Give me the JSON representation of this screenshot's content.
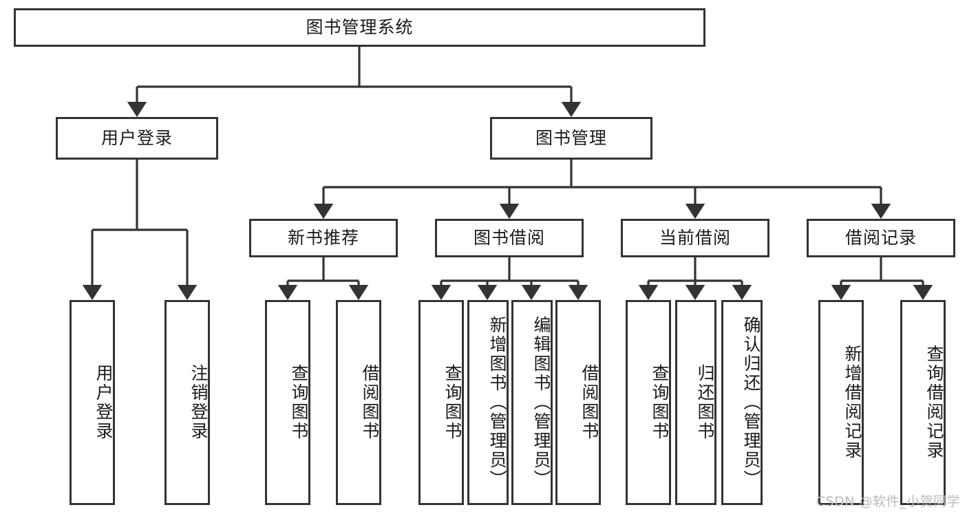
{
  "diagram": {
    "title": "图书管理系统",
    "watermark": "CSDN @软件_小贺同学",
    "line_color": "#333333",
    "box_fill": "#ffffff",
    "text_color": "#1a1a1a",
    "watermark_color": "#b9b9b9"
  },
  "nodes": {
    "root": {
      "label": "图书管理系统"
    },
    "level2": [
      {
        "id": "user-login",
        "label": "用户登录"
      },
      {
        "id": "book-manage",
        "label": "图书管理"
      }
    ],
    "level3": [
      {
        "id": "new-book-recommend",
        "label": "新书推荐"
      },
      {
        "id": "book-borrow",
        "label": "图书借阅"
      },
      {
        "id": "current-borrow",
        "label": "当前借阅"
      },
      {
        "id": "borrow-record",
        "label": "借阅记录"
      }
    ],
    "leaves": {
      "user_login": [
        {
          "id": "leaf-user-login",
          "label": "用户登录"
        },
        {
          "id": "leaf-logout-login",
          "label": "注销登录"
        }
      ],
      "new_book_recommend": [
        {
          "id": "leaf-query-book-1",
          "label": "查询图书"
        },
        {
          "id": "leaf-borrow-book-1",
          "label": "借阅图书"
        }
      ],
      "book_borrow": [
        {
          "id": "leaf-query-book-2",
          "label": "查询图书"
        },
        {
          "id": "leaf-add-book",
          "label": "新增图书（管理员）"
        },
        {
          "id": "leaf-edit-book",
          "label": "编辑图书（管理员）"
        },
        {
          "id": "leaf-borrow-book-2",
          "label": "借阅图书"
        }
      ],
      "current_borrow": [
        {
          "id": "leaf-query-book-3",
          "label": "查询图书"
        },
        {
          "id": "leaf-return-book",
          "label": "归还图书"
        },
        {
          "id": "leaf-confirm-return",
          "label": "确认归还（管理员）"
        }
      ],
      "borrow_record": [
        {
          "id": "leaf-add-record",
          "label": "新增借阅记录"
        },
        {
          "id": "leaf-query-record",
          "label": "查询借阅记录"
        }
      ]
    }
  }
}
